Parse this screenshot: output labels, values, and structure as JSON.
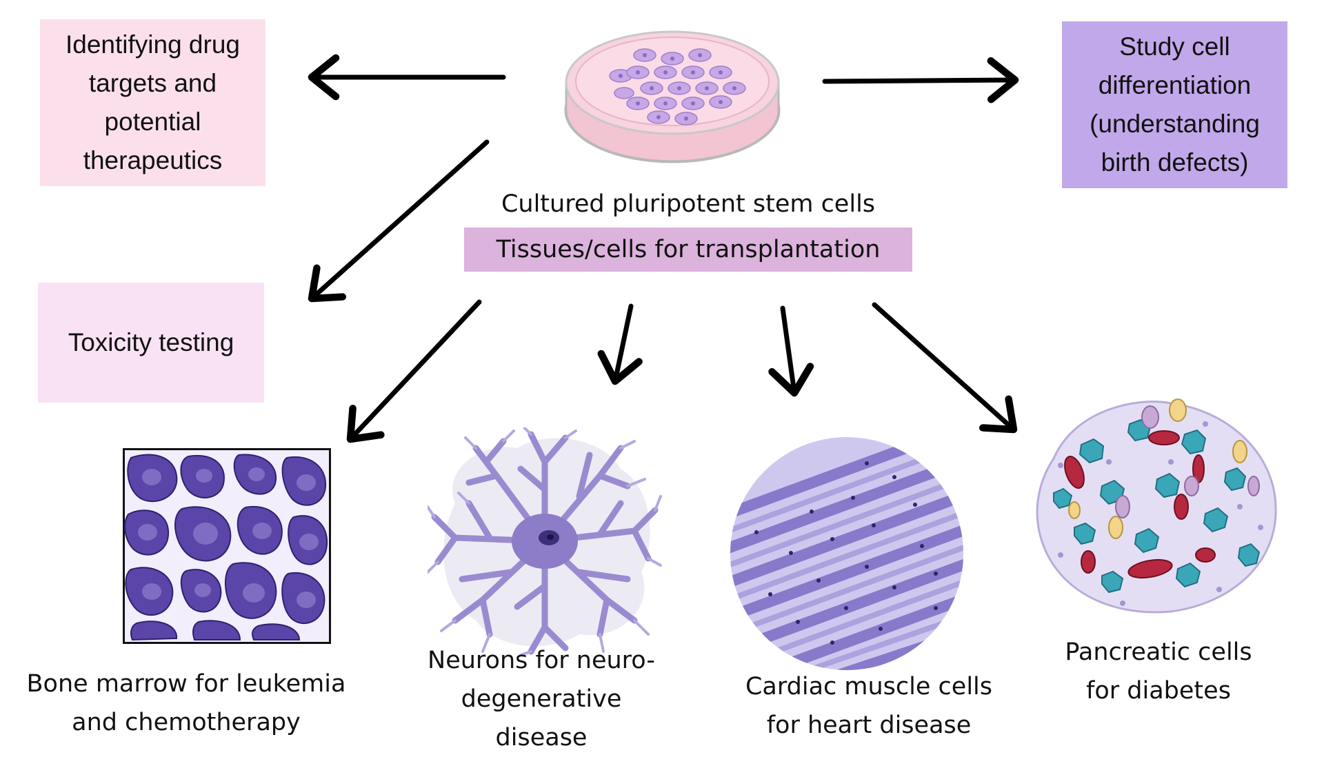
{
  "colors": {
    "drug_box": "#fbe0ec",
    "differentiation_box": "#c1a8ea",
    "toxicity_box": "#f8e2f4",
    "transplant_box": "#dcb3dd",
    "cell_purple": "#6a4fb0",
    "arrow": "#000000"
  },
  "center": {
    "image": "petri-dish",
    "caption": "Cultured pluripotent stem cells",
    "transplant_label": "Tissues/cells for transplantation"
  },
  "applications": {
    "drug_targets": "Identifying drug\ntargets and\npotential\ntherapeutics",
    "differentiation": "Study cell\ndifferentiation\n(understanding\nbirth defects)",
    "toxicity": "Toxicity testing"
  },
  "tissues": {
    "bone_marrow": "Bone marrow for leukemia\nand chemotherapy",
    "neurons": "Neurons for  neuro-\ndegenerative\ndisease",
    "cardiac": "Cardiac muscle cells\nfor heart disease",
    "pancreatic": "Pancreatic cells\nfor diabetes"
  },
  "icons": [
    "petri-dish-icon",
    "bone-marrow-icon",
    "neuron-icon",
    "cardiac-muscle-icon",
    "pancreatic-islet-icon"
  ]
}
